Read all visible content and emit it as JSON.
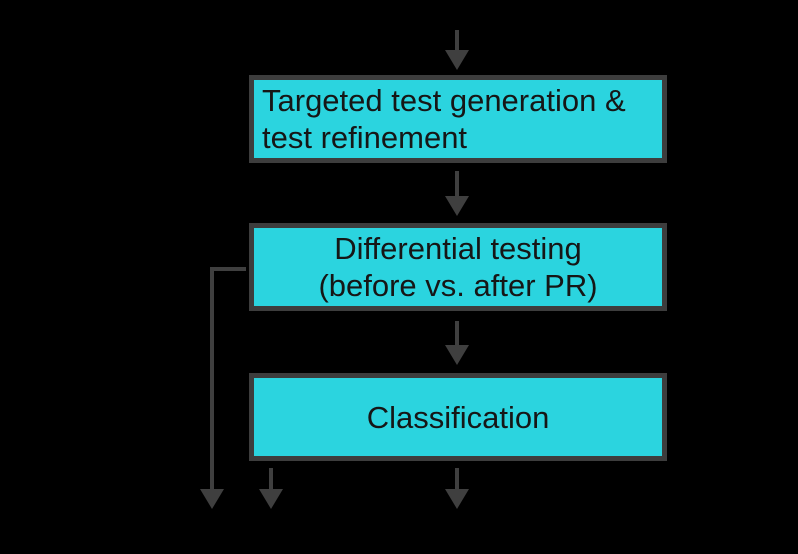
{
  "diagram": {
    "colors": {
      "background": "#000000",
      "node_fill": "#2bd4df",
      "node_border": "#3d3d3d",
      "connector": "#3f3f3f",
      "text": "#161616"
    },
    "nodes": [
      {
        "id": "targeted-test-generation",
        "line1": "Targeted test generation &",
        "line2": "test refinement"
      },
      {
        "id": "differential-testing",
        "line1": "Differential testing",
        "line2": "(before vs. after PR)"
      },
      {
        "id": "classification",
        "line1": "Classification"
      }
    ]
  }
}
